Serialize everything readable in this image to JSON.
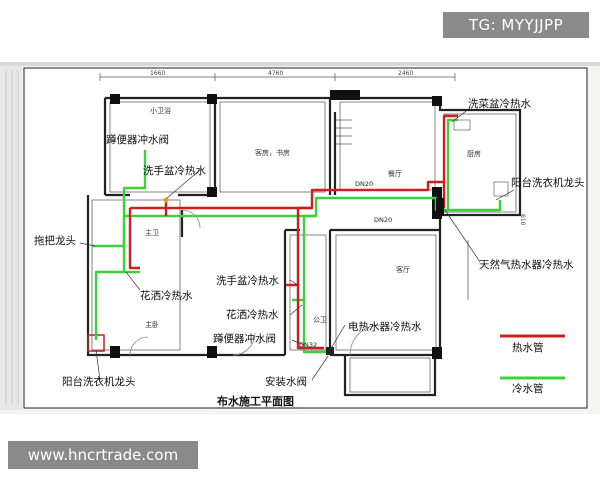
{
  "watermarks": {
    "tg": "TG: MYYJJPP",
    "site": "www.hncrtrade.com"
  },
  "title": "布水施工平面图",
  "dimensions": {
    "top_left": "1660",
    "top_mid": "4760",
    "top_right": "2460",
    "side_right": "610"
  },
  "rooms": {
    "small_bath": "小卫浴",
    "study": "客房，书房",
    "dining": "餐厅",
    "kitchen": "厨房",
    "master_bath": "主卫",
    "master_bed": "主卧",
    "guest_bath": "公卫",
    "living": "客厅"
  },
  "pipe_sizes": {
    "dn20_a": "DN20",
    "dn20_b": "DN20",
    "dn32": "DN32"
  },
  "labels": {
    "squat_flush_top": "蹲便器冲水阀",
    "basin_top": "洗手盆冷热水",
    "veg_basin": "洗菜盆冷热水",
    "balcony_washer_right": "阳台洗衣机龙头",
    "mop_faucet": "拖把龙头",
    "shower_top": "花洒冷热水",
    "basin_mid": "洗手盆冷热水",
    "gas_heater": "天然气热水器冷热水",
    "shower_mid": "花洒冷热水",
    "squat_flush_mid": "蹲便器冲水阀",
    "electric_heater": "电热水器冷热水",
    "balcony_washer_left": "阳台洗衣机龙头",
    "install_valve": "安装水阀"
  },
  "legend": {
    "hot": "热水管",
    "cold": "冷水管",
    "hot_color": "#cc1f1f",
    "cold_color": "#3dd13d"
  }
}
